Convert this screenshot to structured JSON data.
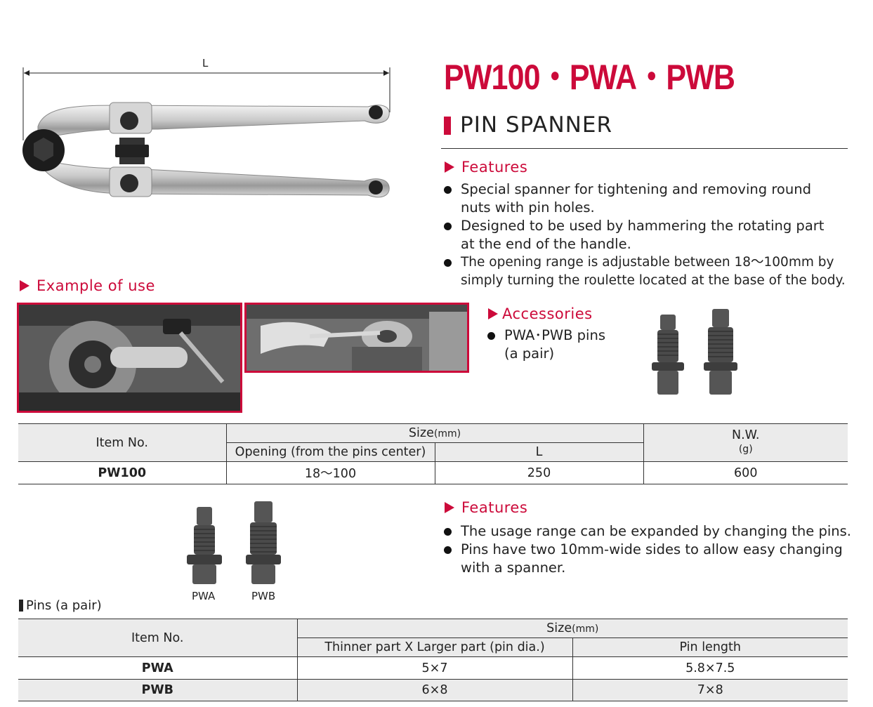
{
  "header": {
    "title": "PW100・PWA・PWB",
    "subtitle": "PIN SPANNER"
  },
  "diagram": {
    "dimension_label": "L"
  },
  "features_main": {
    "heading": "Features",
    "items": [
      {
        "line1": "Special spanner for tightening and removing round",
        "line2": "nuts with pin holes."
      },
      {
        "line1": "Designed to be used by hammering the rotating part",
        "line2": "at the end of the handle."
      },
      {
        "line1": "The opening range is adjustable between 18〜100mm by",
        "line2": "simply turning the roulette located at the base of the body."
      }
    ]
  },
  "example": {
    "heading": "Example of use"
  },
  "accessories": {
    "heading": "Accessories",
    "item_line1": "PWA･PWB pins",
    "item_line2": "(a pair)"
  },
  "table_main": {
    "item_header": "Item No.",
    "size_header": "Size",
    "size_unit": "(mm)",
    "opening_header": "Opening (from the pins center)",
    "l_header": "L",
    "nw_header": "N.W.",
    "nw_unit": "(g)",
    "rows": [
      {
        "item": "PW100",
        "opening": "18〜100",
        "l": "250",
        "nw": "600"
      }
    ]
  },
  "pins": {
    "pwa_caption": "PWA",
    "pwb_caption": "PWB",
    "section_label": "Pins (a pair)"
  },
  "features_pins": {
    "heading": "Features",
    "items": [
      {
        "line1": "The usage range can be expanded by changing the pins.",
        "line2": ""
      },
      {
        "line1": "Pins have two 10mm-wide sides to allow easy changing",
        "line2": "with a spanner."
      }
    ]
  },
  "table_pins": {
    "item_header": "Item No.",
    "size_header": "Size",
    "size_unit": "(mm)",
    "col1_header": "Thinner part X Larger part (pin dia.)",
    "col2_header": "Pin length",
    "rows": [
      {
        "item": "PWA",
        "dia": "5×7",
        "length": "5.8×7.5"
      },
      {
        "item": "PWB",
        "dia": "6×8",
        "length": "7×8"
      }
    ]
  },
  "colors": {
    "accent": "#cc0a3a",
    "row_shade": "#ebebeb"
  }
}
